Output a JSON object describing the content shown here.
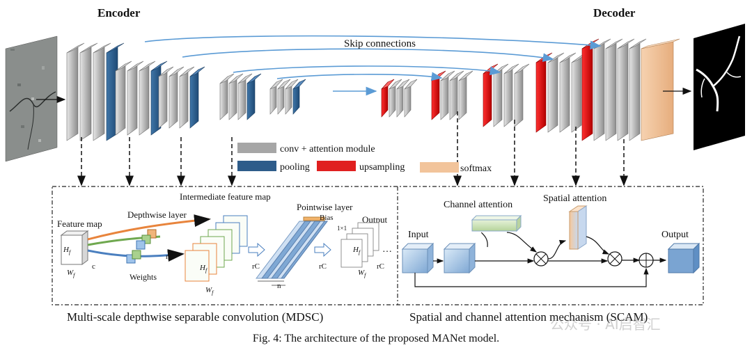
{
  "labels": {
    "encoder": "Encoder",
    "decoder": "Decoder",
    "skip_connections": "Skip connections",
    "legend_conv": "conv + attention module",
    "legend_pooling": "pooling",
    "legend_upsampling": "upsampling",
    "legend_softmax": "softmax",
    "intermediate_feature_map": "Intermediate feature map",
    "feature_map": "Feature map",
    "depthwise_layer": "Depthwise layer",
    "pointwise_layer": "Pointwise layer",
    "bias": "Bias",
    "output": "Output",
    "weights": "Weights",
    "hf": "H",
    "hf_sub": "f",
    "wf": "W",
    "wf_sub": "f",
    "c": "c",
    "rc": "rC",
    "n": "n",
    "one_by_one": "1×1",
    "ellipsis": "…",
    "channel_attention": "Channel attention",
    "spatial_attention": "Spatial attention",
    "input": "Input",
    "scam_output": "Output",
    "mdsc_title": "Multi-scale depthwise separable convolution (MDSC)",
    "scam_title": "Spatial and channel attention mechanism (SCAM)"
  },
  "caption": "Fig. 4: The architecture of the proposed MANet model.",
  "watermark": "公众号 · AI启智汇",
  "colors": {
    "conv": "#a6a6a6",
    "pooling": "#2e5c8a",
    "upsampling": "#e02020",
    "softmax": "#f2c49b",
    "skip_arrow": "#5b9bd5"
  }
}
